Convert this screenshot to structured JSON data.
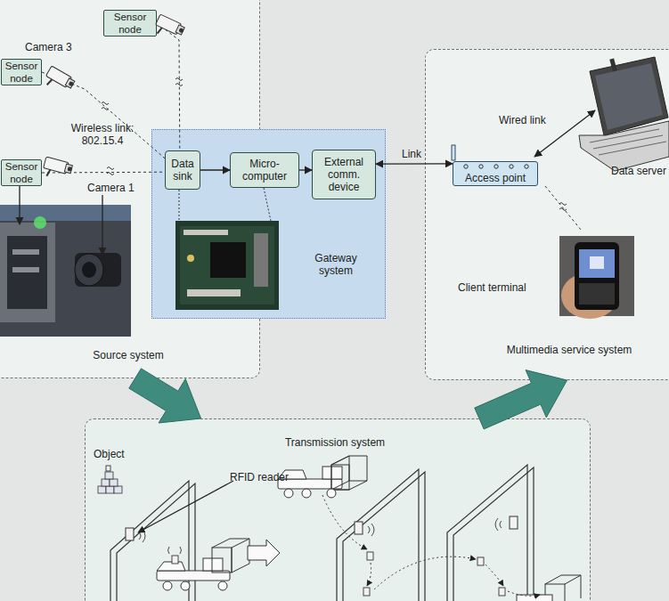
{
  "diagram": {
    "nodes": [
      {
        "text": [
          "Source system"
        ]
      },
      {
        "text": [
          "Sensor node"
        ],
        "in": 0
      },
      {
        "text": [
          "Sensor node"
        ],
        "in": 0
      },
      {
        "text": [
          "Sensor node"
        ],
        "in": 0
      },
      {
        "text": [
          "Gateway system"
        ]
      },
      {
        "text": [
          "Data sink"
        ],
        "in": 4
      },
      {
        "text": [
          "Micro-computer"
        ],
        "in": 4
      },
      {
        "text": [
          "External comm. device"
        ],
        "in": 4
      },
      {
        "text": [
          "Multimedia service system"
        ]
      },
      {
        "text": [
          "Access point"
        ],
        "in": 8
      },
      {
        "text": [
          "Transmission system"
        ]
      }
    ],
    "edges": [
      {
        "from": 1,
        "to": 5,
        "arrow": "none"
      },
      {
        "from": 2,
        "to": 5,
        "arrow": "none"
      },
      {
        "from": 3,
        "to": 5,
        "arrow": "none"
      },
      {
        "from": 5,
        "to": 6,
        "arrow": "to"
      },
      {
        "from": 6,
        "to": 7,
        "arrow": "to"
      },
      {
        "from": 7,
        "to": 9,
        "label": "Link",
        "arrow": "both"
      },
      {
        "from": 0,
        "to": 10,
        "arrow": "to"
      },
      {
        "from": 10,
        "to": 8,
        "arrow": "to"
      }
    ],
    "labels": [
      "Camera 3",
      "Wireless link: 802.15.4",
      "Camera 1",
      "Wired link",
      "Data server",
      "Client terminal",
      "Object",
      "RFID reader"
    ]
  }
}
